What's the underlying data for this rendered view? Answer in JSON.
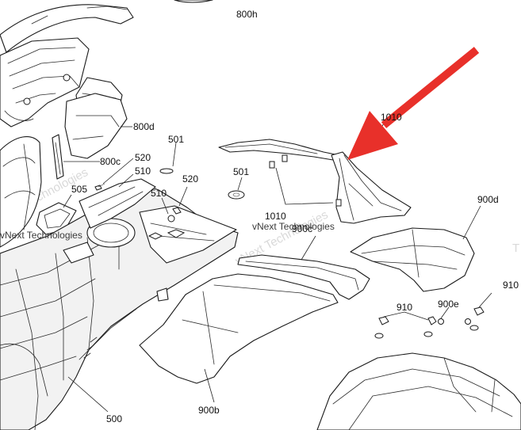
{
  "callouts": {
    "c800h": "800h",
    "c800d": "800d",
    "c800c": "800c",
    "c501a": "501",
    "c501b": "501",
    "c520a": "520",
    "c520b": "520",
    "c510a": "510",
    "c510b": "510",
    "c505": "505",
    "c1010": "1010",
    "c1010top": "1010",
    "c900c": "900c",
    "c900d": "900d",
    "c900b": "900b",
    "c900e": "900e",
    "c910a": "910",
    "c910b": "910",
    "c500": "500"
  },
  "watermarks": {
    "w1": "vNext Technologies",
    "w2": "vNext Technologies",
    "w3": "vNext Technologies",
    "w4": "Next Technologies",
    "w5": "T"
  },
  "colors": {
    "arrow": "#e8302a",
    "line": "#1a1a1a"
  }
}
